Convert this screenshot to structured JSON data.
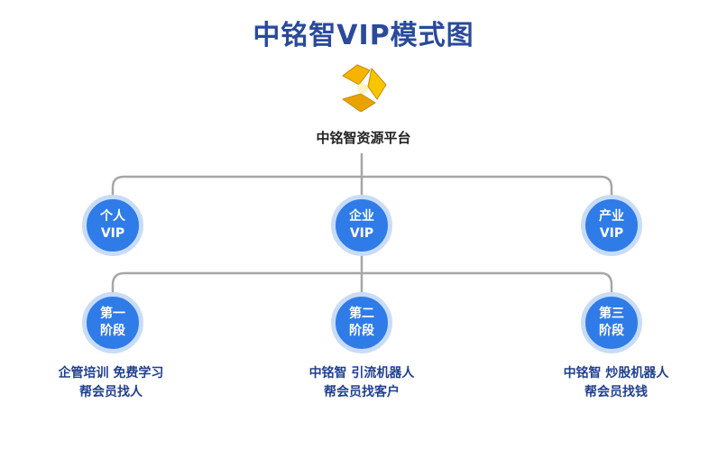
{
  "title": "中铭智VIP模式图",
  "platform": "中铭智资源平台",
  "colors": {
    "title": "#2a4a9a",
    "node": "#2f7be8",
    "ring": "#c9dcf7",
    "line": "#a6a6a6",
    "caption": "#1f3f8f"
  },
  "vip_nodes": [
    {
      "line1": "个人",
      "line2": "VIP"
    },
    {
      "line1": "企业",
      "line2": "VIP"
    },
    {
      "line1": "产业",
      "line2": "VIP"
    }
  ],
  "stage_nodes": [
    {
      "line1": "第一",
      "line2": "阶段",
      "caption1": "企管培训  免费学习",
      "caption2": "帮会员找人"
    },
    {
      "line1": "第二",
      "line2": "阶段",
      "caption1": "中铭智  引流机器人",
      "caption2": "帮会员找客户"
    },
    {
      "line1": "第三",
      "line2": "阶段",
      "caption1": "中铭智  炒股机器人",
      "caption2": "帮会员找钱"
    }
  ]
}
